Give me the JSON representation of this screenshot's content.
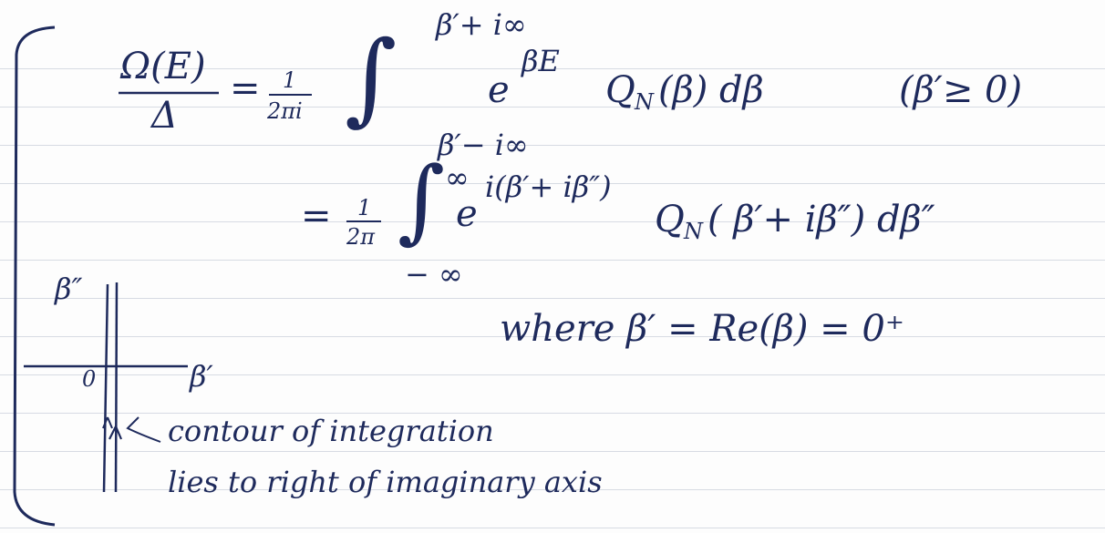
{
  "equation1": {
    "lhs_numerator": "Ω(E)",
    "lhs_denominator": "Δ",
    "equals": "=",
    "coef_numerator": "1",
    "coef_denominator": "2πi",
    "upper_limit": "β′+ i∞",
    "lower_limit": "β′− i∞",
    "integral": "∫",
    "integrand": "e",
    "exponent": "βE",
    "function": "Q",
    "function_sub": "N",
    "function_arg": "(β) dβ",
    "condition": "(β′≥ 0)"
  },
  "equation2": {
    "equals": "=",
    "coef_numerator": "1",
    "coef_denominator": "2π",
    "upper_limit": "∞",
    "lower_limit": "− ∞",
    "integral": "∫",
    "integrand": "e",
    "exponent": "i(β′+ iβ″)",
    "function": "Q",
    "function_sub": "N",
    "function_arg": "( β′+ iβ″)  dβ″"
  },
  "where_clause": "where  β′ = Re(β)  =  0⁺",
  "diagram": {
    "vertical_axis_label": "β″",
    "horizontal_axis_label": "β′",
    "origin_label": "0"
  },
  "note": {
    "line1": "contour of integration",
    "line2": "lies to right of imaginary axis"
  }
}
